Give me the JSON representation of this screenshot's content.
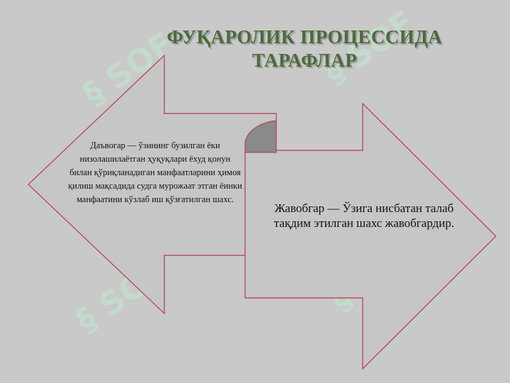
{
  "slide": {
    "title_line1": "ФУҚАРОЛИК ПРОЦЕССИДА",
    "title_line2": "ТАРАФЛАР"
  },
  "left_block": {
    "text": "Даъвогар — ўзининг бузилган ёки низолашилаётган ҳуқуқлари ёхуд қонун билан қўриқланадиган манфаатларини ҳимоя қилиш мақсадида судга мурожаат этган ёинки манфаатини кўзлаб иш қўзғатилган шахс."
  },
  "right_block": {
    "text": "Жавобгар — Ўзига нисбатан талаб тақдим этилган шахс жавобгардир."
  },
  "colors": {
    "background": "#c9c9c9",
    "shape_fill": "#c6c6c6",
    "outline": "#b23a4a",
    "title": "#4a6b3a",
    "curl": "#8a8a8a"
  }
}
